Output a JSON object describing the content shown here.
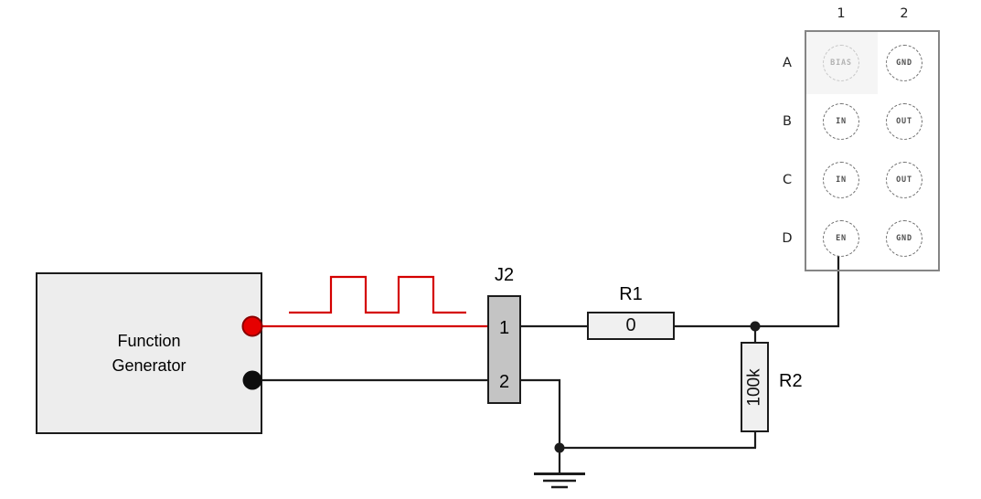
{
  "function_generator": {
    "line1": "Function",
    "line2": "Generator"
  },
  "signal": {
    "type": "square-wave",
    "color": "#d40000"
  },
  "connector_j2": {
    "label": "J2",
    "pin1": "1",
    "pin2": "2"
  },
  "resistor_r1": {
    "label": "R1",
    "value": "0"
  },
  "resistor_r2": {
    "label": "R2",
    "value": "100k"
  },
  "pin_grid": {
    "column_headers": [
      "1",
      "2"
    ],
    "row_labels": [
      "A",
      "B",
      "C",
      "D"
    ],
    "pins": [
      {
        "id": "A1",
        "label": "BIAS",
        "state": "dimmed"
      },
      {
        "id": "A2",
        "label": "GND",
        "state": "normal"
      },
      {
        "id": "B1",
        "label": "IN",
        "state": "normal"
      },
      {
        "id": "B2",
        "label": "OUT",
        "state": "normal"
      },
      {
        "id": "C1",
        "label": "IN",
        "state": "normal"
      },
      {
        "id": "C2",
        "label": "OUT",
        "state": "normal"
      },
      {
        "id": "D1",
        "label": "EN",
        "state": "normal"
      },
      {
        "id": "D2",
        "label": "GND",
        "state": "normal"
      }
    ]
  },
  "colors": {
    "wire_black": "#1c1c1c",
    "wire_red": "#d40000",
    "terminal_red": "#e60000",
    "terminal_red_border": "#8a0000",
    "terminal_black": "#0d0d0d",
    "box_fill_light": "#ededed",
    "connector_fill": "#c4c4c4",
    "grid_border": "#858585",
    "highlight_cell": "#f5f5f5"
  }
}
